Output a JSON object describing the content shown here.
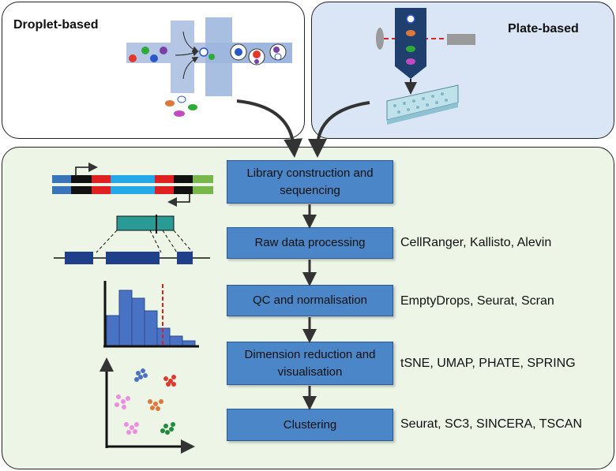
{
  "panels": {
    "droplet_title": "Droplet-based",
    "plate_title": "Plate-based"
  },
  "workflow": [
    {
      "step": "Library construction and sequencing",
      "tools": ""
    },
    {
      "step": "Raw data processing",
      "tools": "CellRanger, Kallisto, Alevin"
    },
    {
      "step": "QC and normalisation",
      "tools": "EmptyDrops, Seurat, Scran"
    },
    {
      "step": "Dimension reduction and visualisation",
      "tools": "tSNE, UMAP, PHATE, SPRING"
    },
    {
      "step": "Clustering",
      "tools": "Seurat, SC3, SINCERA, TSCAN"
    }
  ],
  "colors": {
    "step_fill": "#4a86c8",
    "workflow_bg": "#edf5e6",
    "plate_bg": "#dae6f5",
    "threshold_line": "#e02020"
  }
}
